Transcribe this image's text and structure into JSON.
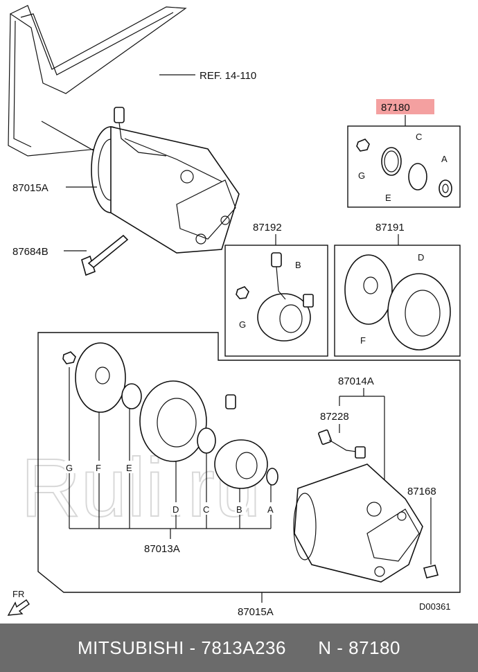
{
  "diagram": {
    "ref_label": "REF. 14-110",
    "highlight_color": "#f4a0a0",
    "callouts": {
      "main_compressor_top": "87015A",
      "bolt": "87684B",
      "seal_kit": "87180",
      "coil_kit": "87192",
      "clutch_kit": "87191",
      "compressor_assy": "87014A",
      "harness": "87228",
      "clutch_assy": "87013A",
      "plug": "87168",
      "main_compressor_bottom": "87015A"
    },
    "letters": {
      "seal_kit": [
        "G",
        "E",
        "C",
        "A"
      ],
      "coil_kit": [
        "B",
        "G"
      ],
      "clutch_kit": [
        "D",
        "F"
      ],
      "bottom_row": [
        "G",
        "F",
        "E",
        "D",
        "C",
        "B",
        "A"
      ]
    },
    "fr_label": "FR",
    "diagram_code": "D00361",
    "watermark": "Ruli.ru"
  },
  "footer": {
    "brand": "MITSUBISHI",
    "part_number": "7813A236",
    "ref_number": "N - 87180",
    "text": "MITSUBISHI - 7813A236      N - 87180"
  }
}
